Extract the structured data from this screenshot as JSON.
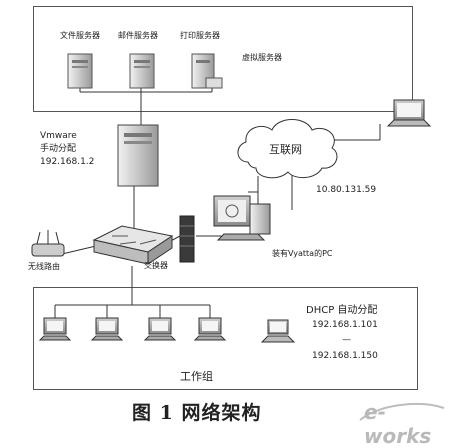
{
  "servers": {
    "file_server": "文件服务器",
    "mail_server": "邮件服务器",
    "print_server": "打印服务器",
    "group_label": "虚拟服务器"
  },
  "host": {
    "product": "Vmware",
    "mode": "手动分配",
    "ip": "192.168.1.2"
  },
  "internet": {
    "label": "互联网",
    "ip": "10.80.131.59"
  },
  "vyatta_pc": {
    "label": "装有Vyatta的PC"
  },
  "router": {
    "label": "无线路由"
  },
  "switch": {
    "label": "交换器"
  },
  "dhcp": {
    "title": "DHCP 自动分配",
    "range_start": "192.168.1.101",
    "dash": "—",
    "range_end": "192.168.1.150"
  },
  "workgroup": {
    "label": "工作组"
  },
  "caption": "图 1   网络架构",
  "watermark": "e-works"
}
